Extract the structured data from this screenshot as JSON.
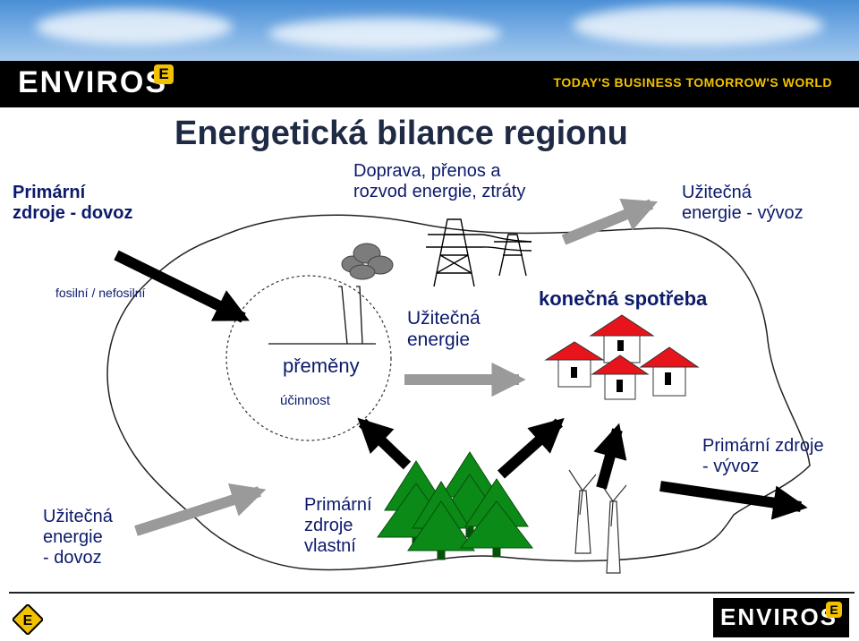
{
  "header": {
    "logo": "ENVIROS",
    "tagline": "TODAY'S BUSINESS TOMORROW'S WORLD",
    "brand_yellow": "#f2c200"
  },
  "title": "Energetická bilance regionu",
  "labels": {
    "primary_import": [
      "Primární",
      "zdroje - dovoz"
    ],
    "transport": [
      "Doprava, přenos a",
      "rozvod  energie, ztráty"
    ],
    "useful_export": [
      "Užitečná",
      "energie - vývoz"
    ],
    "fossil": "fosilní / nefosilní",
    "conversions": "přeměny",
    "efficiency": "účinnost",
    "useful_energy": [
      "Užitečná",
      "energie"
    ],
    "final_consumption": "konečná spotřeba",
    "primary_export": [
      "Primární zdroje",
      "- vývoz"
    ],
    "useful_import": [
      "Užitečná",
      "energie",
      "- dovoz"
    ],
    "own_sources": [
      "Primární",
      "zdroje",
      "vlastní"
    ]
  },
  "colors": {
    "label_text": "#0c1a6b",
    "roof": "#e8141c",
    "tree": "#0c8a17",
    "grey_arrow": "#9a9a9a",
    "black_arrow": "#000000"
  },
  "footer": {
    "logo": "ENVIROS"
  }
}
